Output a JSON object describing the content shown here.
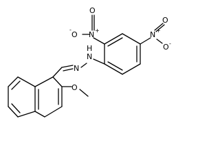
{
  "molecule": {
    "type": "chemical-structure",
    "description_text": "",
    "atoms": {
      "nitro_top_O_left": "O",
      "nitro_top_N": "N",
      "nitro_top_O_right": "O",
      "nitro_right_N": "N",
      "nitro_right_O_top": "O",
      "nitro_right_O_bottom": "O",
      "hydrazone_N_NH": "N",
      "hydrazone_H": "H",
      "hydrazone_N_imine": "N",
      "methoxy_O": "O"
    },
    "charges": {
      "plus": "+",
      "minus": "-"
    },
    "colors": {
      "bond": "#000000",
      "text": "#000000",
      "background": "#ffffff"
    }
  }
}
